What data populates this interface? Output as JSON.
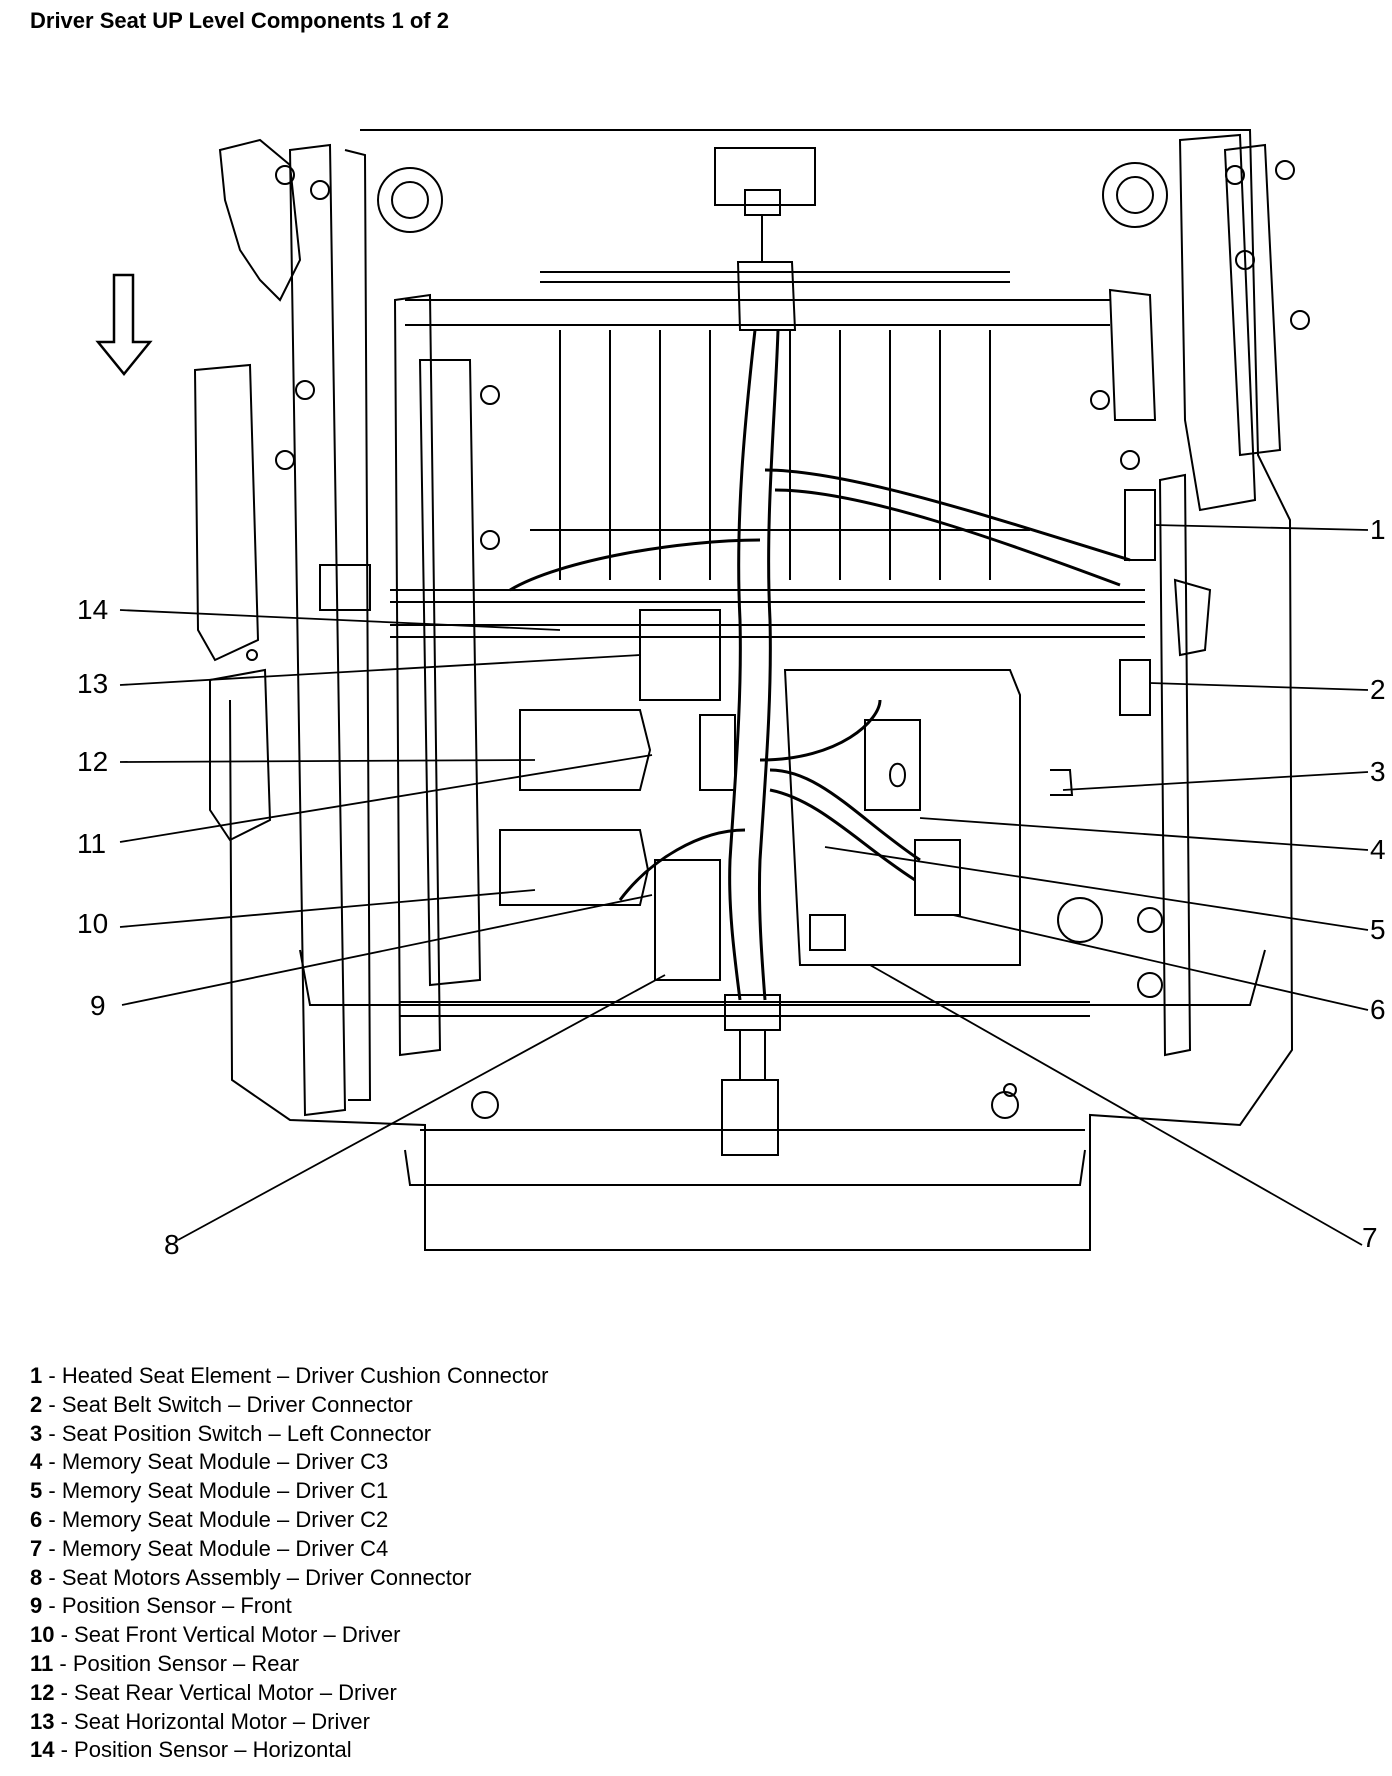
{
  "title": "Driver Seat UP Level Components 1 of 2",
  "diagram": {
    "arrow_icon": "down-arrow-icon",
    "line_color": "#000000",
    "callouts": [
      "1",
      "2",
      "3",
      "4",
      "5",
      "6",
      "7",
      "8",
      "9",
      "10",
      "11",
      "12",
      "13",
      "14"
    ]
  },
  "legend": [
    {
      "num": "1",
      "sep": " - ",
      "label": "Heated Seat Element – Driver Cushion Connector"
    },
    {
      "num": "2",
      "sep": " - ",
      "label": "Seat Belt Switch – Driver Connector"
    },
    {
      "num": "3",
      "sep": " - ",
      "label": "Seat Position Switch – Left Connector"
    },
    {
      "num": "4",
      "sep": " - ",
      "label": "Memory Seat Module – Driver C3"
    },
    {
      "num": "5",
      "sep": " - ",
      "label": "Memory Seat Module – Driver C1"
    },
    {
      "num": "6",
      "sep": " - ",
      "label": "Memory Seat Module – Driver C2"
    },
    {
      "num": "7",
      "sep": " - ",
      "label": "Memory Seat Module – Driver C4"
    },
    {
      "num": "8",
      "sep": " - ",
      "label": "Seat Motors Assembly – Driver Connector"
    },
    {
      "num": "9",
      "sep": " - ",
      "label": "Position Sensor – Front"
    },
    {
      "num": "10",
      "sep": " - ",
      "label": "Seat Front Vertical Motor – Driver"
    },
    {
      "num": "11",
      "sep": " - ",
      "label": "Position Sensor – Rear"
    },
    {
      "num": "12",
      "sep": " - ",
      "label": "Seat Rear Vertical Motor – Driver"
    },
    {
      "num": "13",
      "sep": " - ",
      "label": "Seat Horizontal Motor – Driver"
    },
    {
      "num": "14",
      "sep": " - ",
      "label": "Position Sensor – Horizontal"
    }
  ]
}
